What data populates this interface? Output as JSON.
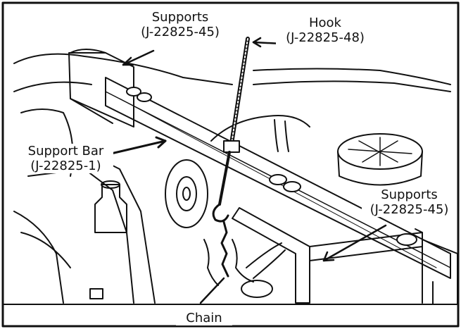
{
  "labels": {
    "supports_top_name": "Supports",
    "supports_top_part": "(J-22825-45)",
    "hook_name": "Hook",
    "hook_part": "(J-22825-48)",
    "support_bar_name": "Support Bar",
    "support_bar_part": "(J-22825-1)",
    "supports_right_name": "Supports",
    "supports_right_part": "(J-22825-45)",
    "chain_name": "Chain"
  },
  "colors": {
    "ink": "#111111",
    "paper": "#ffffff"
  }
}
